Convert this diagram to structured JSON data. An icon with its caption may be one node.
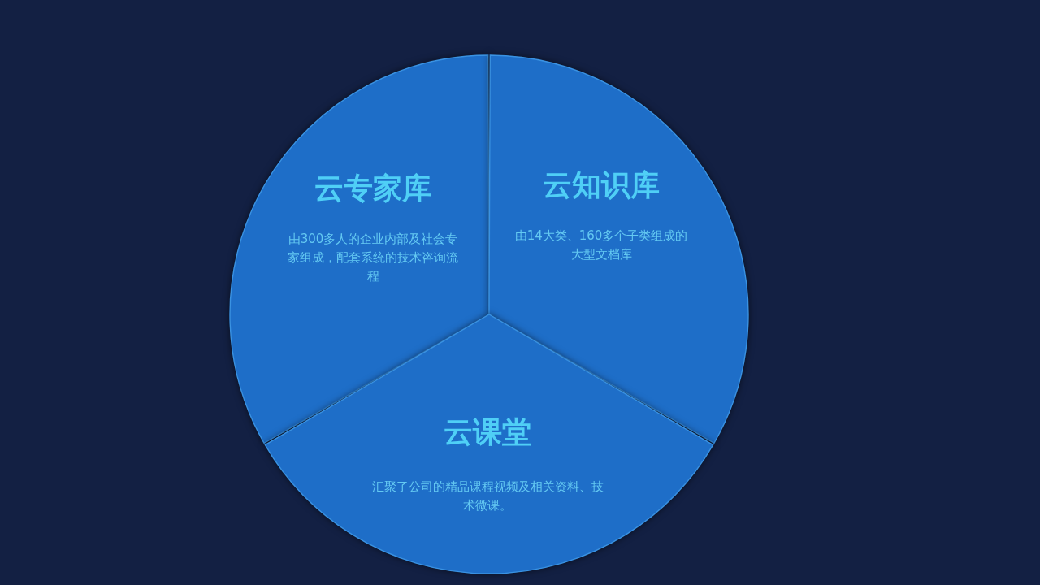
{
  "diagram": {
    "nodes": [
      {
        "text": [
          "云专家库",
          "由300多人的企业内部及社会专家组成，配套系统的技术咨询流程"
        ]
      },
      {
        "text": [
          "云知识库",
          "由14大类、160多个子类组成的大型文档库"
        ]
      },
      {
        "text": [
          "云课堂",
          "汇聚了公司的精品课程视频及相关资料、技术微课。"
        ]
      }
    ]
  }
}
